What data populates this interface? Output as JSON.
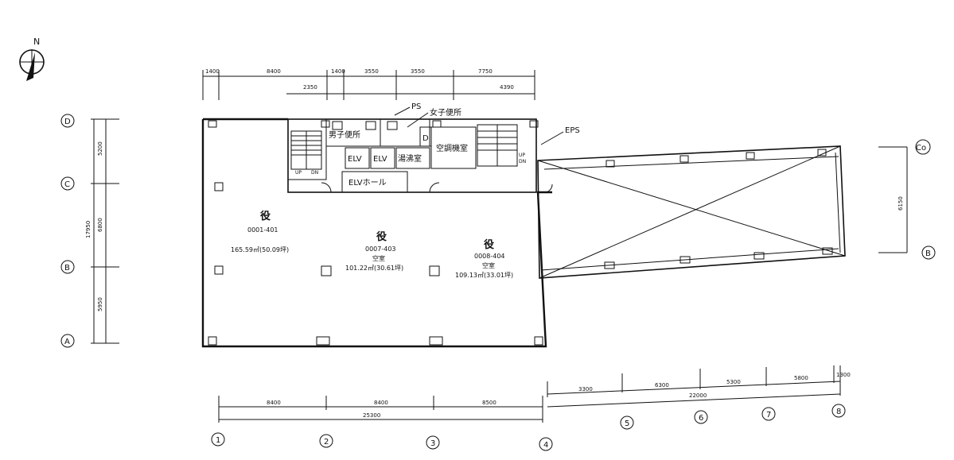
{
  "compass": {
    "north_label": "N",
    "icon": "north-arrow-icon"
  },
  "axes_rows_left": [
    "D",
    "C",
    "B",
    "A"
  ],
  "axes_rows_right": [
    "Co",
    "B"
  ],
  "axes_cols": [
    "1",
    "2",
    "3",
    "4",
    "5",
    "6",
    "7",
    "8"
  ],
  "dims": {
    "top": [
      "1400",
      "8400",
      "2350",
      "1400",
      "3550",
      "3550",
      "7750",
      "4390"
    ],
    "left": [
      "5200",
      "6800",
      "17950",
      "5950"
    ],
    "bottom": [
      "8400",
      "8400",
      "8500",
      "25300"
    ],
    "bottom_right": [
      "3300",
      "6300",
      "5300",
      "5800",
      "1300",
      "22000"
    ],
    "right": [
      "6150"
    ]
  },
  "rooms": {
    "ps": "PS",
    "womens_wc": "女子便所",
    "mens_wc": "男子便所",
    "eps": "EPS",
    "elv1": "ELV",
    "elv2": "ELV",
    "pantry": "湯沸室",
    "hvac": "空調機室",
    "elv_hall": "ELVホール",
    "door_mark": "D",
    "up1": "UP",
    "dn1": "DN",
    "up2": "UP",
    "dn2": "DN"
  },
  "units": [
    {
      "mark": "役",
      "code": "0001-401",
      "status": "",
      "area": "165.59㎡(50.09坪)"
    },
    {
      "mark": "役",
      "code": "0007-403",
      "status": "空室",
      "area": "101.22㎡(30.61坪)"
    },
    {
      "mark": "役",
      "code": "0008-404",
      "status": "空室",
      "area": "109.13㎡(33.01坪)"
    }
  ]
}
